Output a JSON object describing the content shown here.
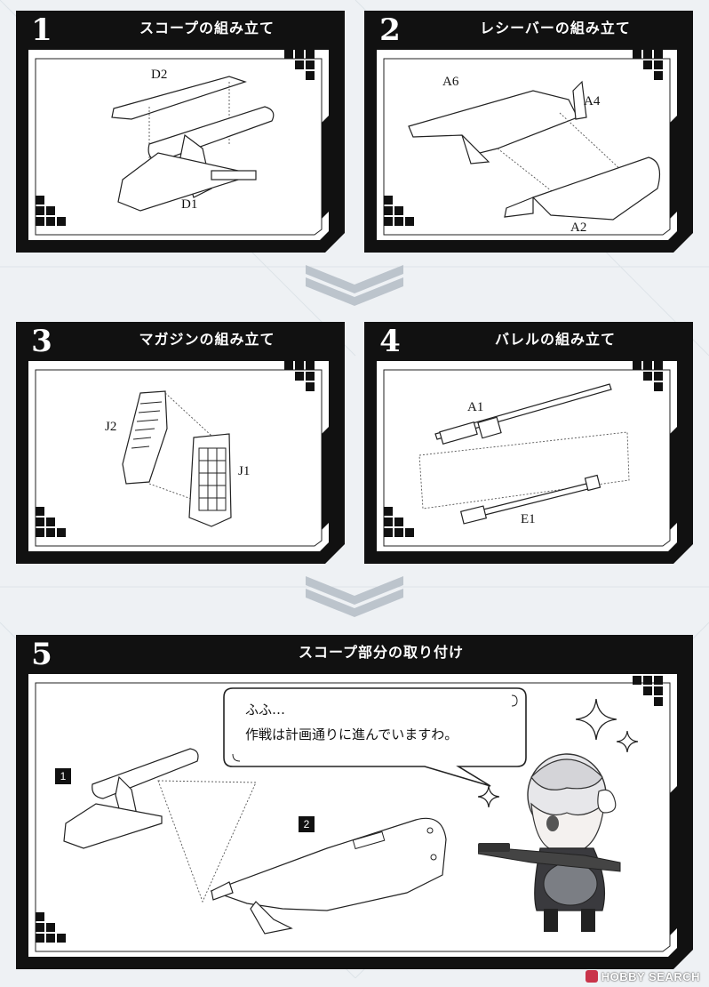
{
  "steps": [
    {
      "number": "1",
      "title": "スコープの組み立て",
      "labels": [
        "D2",
        "D1"
      ]
    },
    {
      "number": "2",
      "title": "レシーバーの組み立て",
      "labels": [
        "A6",
        "A4",
        "A2"
      ]
    },
    {
      "number": "3",
      "title": "マガジンの組み立て",
      "labels": [
        "J2",
        "J1"
      ]
    },
    {
      "number": "4",
      "title": "バレルの組み立て",
      "labels": [
        "A1",
        "E1"
      ]
    },
    {
      "number": "5",
      "title": "スコープ部分の取り付け",
      "badges": [
        "1",
        "2"
      ]
    }
  ],
  "speech": {
    "line1": "ふふ…",
    "line2": "作戦は計画通りに進んでいますわ。"
  },
  "icons": [
    "chevron-down-icon",
    "checker-corner-icon",
    "sparkle-icon",
    "character-illustration"
  ],
  "colors": {
    "background": "#eef1f4",
    "frame": "#111111",
    "panel": "#ffffff",
    "chevron": "#bcc4cc"
  },
  "watermark": "HOBBY SEARCH"
}
